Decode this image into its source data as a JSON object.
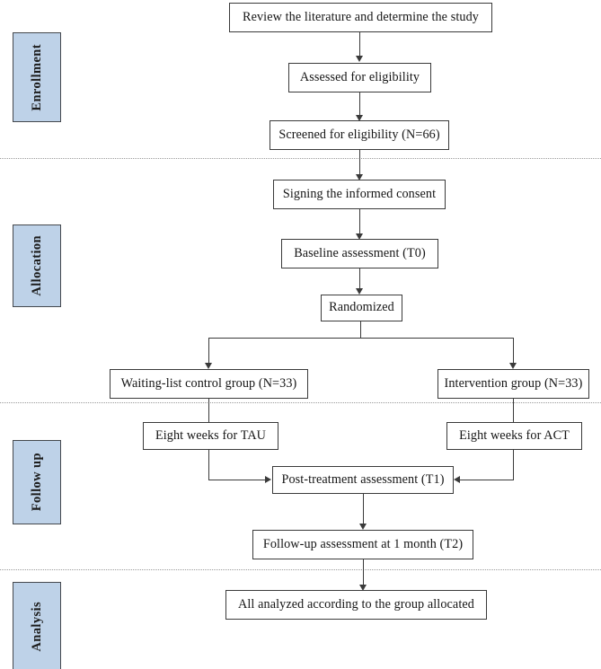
{
  "diagram": {
    "title": "CONSORT-style randomized controlled trial flow diagram",
    "type": "flowchart",
    "accent_color": "#bed2e8",
    "border_color": "#44484d",
    "line_color": "#3a3a3a",
    "separator_color": "#9a9a9a"
  },
  "stages": [
    {
      "id": "enrollment",
      "label": "Enrollment"
    },
    {
      "id": "allocation",
      "label": "Allocation"
    },
    {
      "id": "follow-up",
      "label": "Follow up"
    },
    {
      "id": "analysis",
      "label": "Analysis"
    }
  ],
  "nodes": [
    {
      "id": "review",
      "label": "Review the literature and determine the study"
    },
    {
      "id": "assessed",
      "label": "Assessed for eligibility"
    },
    {
      "id": "screened",
      "label": "Screened for eligibility (N=66)"
    },
    {
      "id": "consent",
      "label": "Signing the informed consent"
    },
    {
      "id": "baseline",
      "label": "Baseline assessment (T0)"
    },
    {
      "id": "randomized",
      "label": "Randomized"
    },
    {
      "id": "control-group",
      "label": "Waiting-list control group (N=33)"
    },
    {
      "id": "intervention-group",
      "label": "Intervention group (N=33)"
    },
    {
      "id": "tau",
      "label": "Eight weeks for TAU"
    },
    {
      "id": "act",
      "label": "Eight weeks for ACT"
    },
    {
      "id": "post-treatment",
      "label": "Post-treatment assessment (T1)"
    },
    {
      "id": "follow-up-assessment",
      "label": "Follow-up assessment at 1 month (T2)"
    },
    {
      "id": "analyzed",
      "label": "All analyzed according to the group allocated"
    }
  ],
  "counts": {
    "screened_total": 66,
    "control_group": 33,
    "intervention_group": 33,
    "intervention_weeks": 8,
    "follow_up_months": 1
  },
  "timepoints": [
    {
      "code": "T0",
      "name": "Baseline assessment"
    },
    {
      "code": "T1",
      "name": "Post-treatment assessment"
    },
    {
      "code": "T2",
      "name": "Follow-up assessment at 1 month"
    }
  ]
}
